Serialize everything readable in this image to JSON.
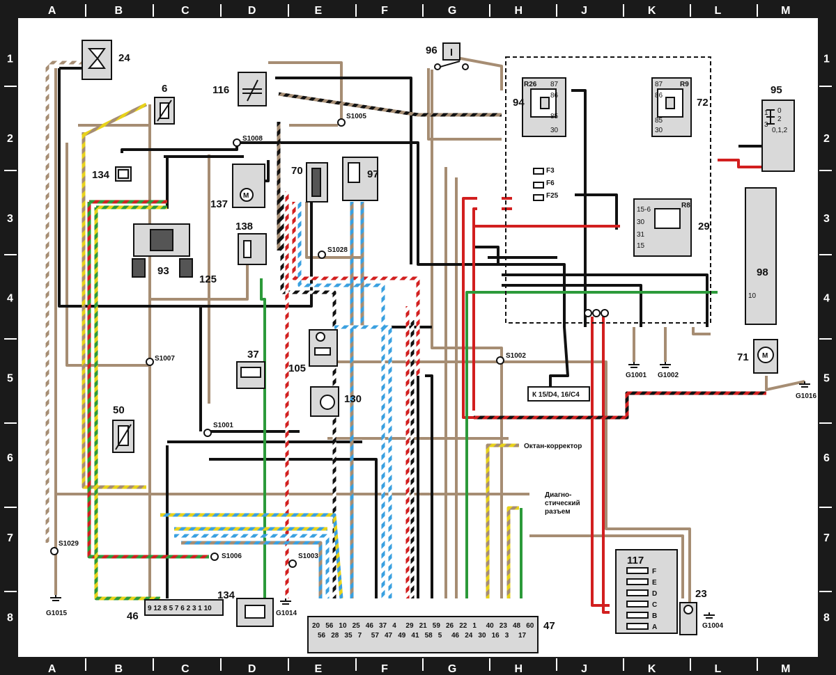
{
  "grid": {
    "columns": [
      "A",
      "B",
      "C",
      "D",
      "E",
      "F",
      "G",
      "H",
      "J",
      "K",
      "L",
      "M"
    ],
    "rows": [
      "1",
      "2",
      "3",
      "4",
      "5",
      "6",
      "7",
      "8"
    ]
  },
  "components": {
    "c24": "24",
    "c6": "6",
    "c116": "116",
    "c96": "96",
    "c94": "94",
    "c72": "72",
    "c95": "95",
    "c134a": "134",
    "c134b": "134",
    "c70": "70",
    "c97": "97",
    "c137": "137",
    "c93": "93",
    "c125": "125",
    "c138": "138",
    "c29": "29",
    "c98": "98",
    "c105": "105",
    "c37": "37",
    "c71": "71",
    "c50": "50",
    "c130": "130",
    "c117": "117",
    "c23": "23",
    "c46": "46",
    "c47": "47"
  },
  "splices": {
    "s1005": "S1005",
    "s1008": "S1008",
    "s1028": "S1028",
    "s1007": "S1007",
    "s1002": "S1002",
    "s1001": "S1001",
    "s1029": "S1029",
    "s1006": "S1006",
    "s1003": "S1003"
  },
  "grounds": {
    "g1001": "G1001",
    "g1002": "G1002",
    "g1016": "G1016",
    "g1015": "G1015",
    "g1014": "G1014",
    "g1004": "G1004"
  },
  "relays": {
    "r26": "R26",
    "r9": "R9",
    "r8": "R8",
    "r26_pins": [
      "87",
      "86",
      "85",
      "30"
    ],
    "r9_pins": [
      "87",
      "86",
      "85",
      "30"
    ],
    "r8_pins": [
      "15-6",
      "30",
      "31",
      "15"
    ]
  },
  "fuses": [
    "F3",
    "F6",
    "F25"
  ],
  "switch95": {
    "p0": "0",
    "p2": "2",
    "p3": "3",
    "p1": "1",
    "p012": "0,1,2"
  },
  "ecu98_pin": "10",
  "reference_box": "К 15/D4, 16/C4",
  "annotations": {
    "octane": "Октан-корректор",
    "diag_1": "Диагно-",
    "diag_2": "стический",
    "diag_3": "разъем"
  },
  "connector117_pins": [
    "F",
    "E",
    "D",
    "C",
    "B",
    "A"
  ],
  "connector46_pins": "9 12 8 5 7 6 2 3 1 10",
  "connector47_row1": [
    "20",
    "56",
    "10",
    "25",
    "46",
    "37",
    "4",
    "29",
    "21",
    "59",
    "26",
    "22",
    "1",
    "40",
    "23",
    "48",
    "60"
  ],
  "connector47_row2": [
    "56",
    "28",
    "35",
    "7",
    "57",
    "47",
    "49",
    "41",
    "58",
    "5",
    "46",
    "24",
    "30",
    "16",
    "3",
    "17"
  ],
  "colors": {
    "frame": "#1a1a1a",
    "wire_brown": "#a68d73",
    "wire_black": "#111111",
    "wire_red": "#d21f1f",
    "wire_green": "#2c9a3a",
    "wire_yellow": "#e8d21a",
    "wire_blue": "#3aa0e0",
    "wire_white": "#ffffff",
    "component_fill": "#d9d9d9"
  }
}
